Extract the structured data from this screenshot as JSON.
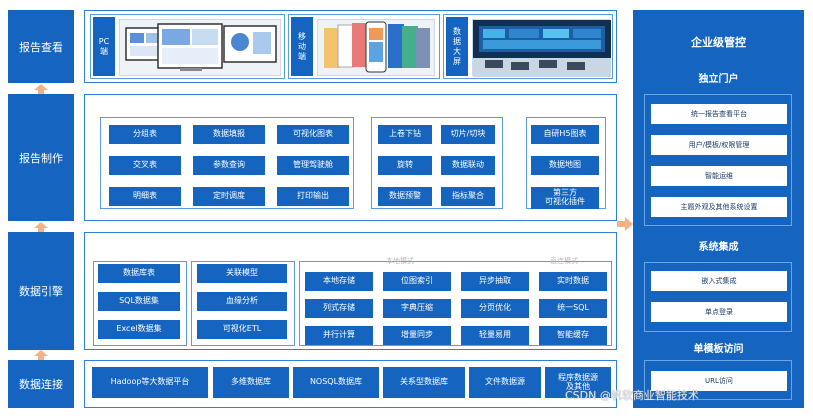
{
  "layers": {
    "view": "报告查看",
    "design": "报告制作",
    "engine": "数据引擎",
    "connect": "数据连接"
  },
  "view_panel": {
    "pc": "PC\n端",
    "mobile": "移\n动\n端",
    "screen": "数\n据\n大\n屏"
  },
  "design_panel": {
    "group1": [
      "分组表",
      "数据填报",
      "可视化图表",
      "交叉表",
      "参数查询",
      "管理驾驶舱",
      "明细表",
      "定时调度",
      "打印输出"
    ],
    "group2": [
      "上卷下钻",
      "切片/切块",
      "旋转",
      "数据联动",
      "数据预警",
      "指标聚合"
    ],
    "group3": [
      "自研H5图表",
      "数据地图",
      "第三方\n可视化插件"
    ]
  },
  "engine_panel": {
    "group1": [
      "数据库表",
      "SQL数据集",
      "Excel数据集"
    ],
    "group2": [
      "关联模型",
      "血缘分析",
      "可视化ETL"
    ],
    "local_tag": "本地模式",
    "direct_tag": "直连模式",
    "group3": [
      "本地存储",
      "位图索引",
      "异步抽取",
      "实时数据",
      "列式存储",
      "字典压缩",
      "分页优化",
      "统一SQL",
      "并行计算",
      "增量同步",
      "轻量易用",
      "智能缓存"
    ]
  },
  "connect_panel": {
    "items": [
      "Hadoop等大数据平台",
      "多维数据库",
      "NOSQL数据库",
      "关系型数据库",
      "文件数据源",
      "程序数据源\n及其他"
    ]
  },
  "right_column": {
    "title": "企业级管控",
    "portal": {
      "head": "独立门户",
      "items": [
        "统一报告查看平台",
        "用户/模板/权限管理",
        "智能运维",
        "主题外观及其他系统设置"
      ]
    },
    "integration": {
      "head": "系统集成",
      "items": [
        "嵌入式集成",
        "单点登录"
      ]
    },
    "access": {
      "head": "单模板访问",
      "items": [
        "URL访问"
      ]
    }
  },
  "watermark": "CSDN @帆软商业智能技术",
  "colors": {
    "primary": "#1565c0",
    "accent_arrow": "#f5b183",
    "border": "#2f7fd6"
  }
}
